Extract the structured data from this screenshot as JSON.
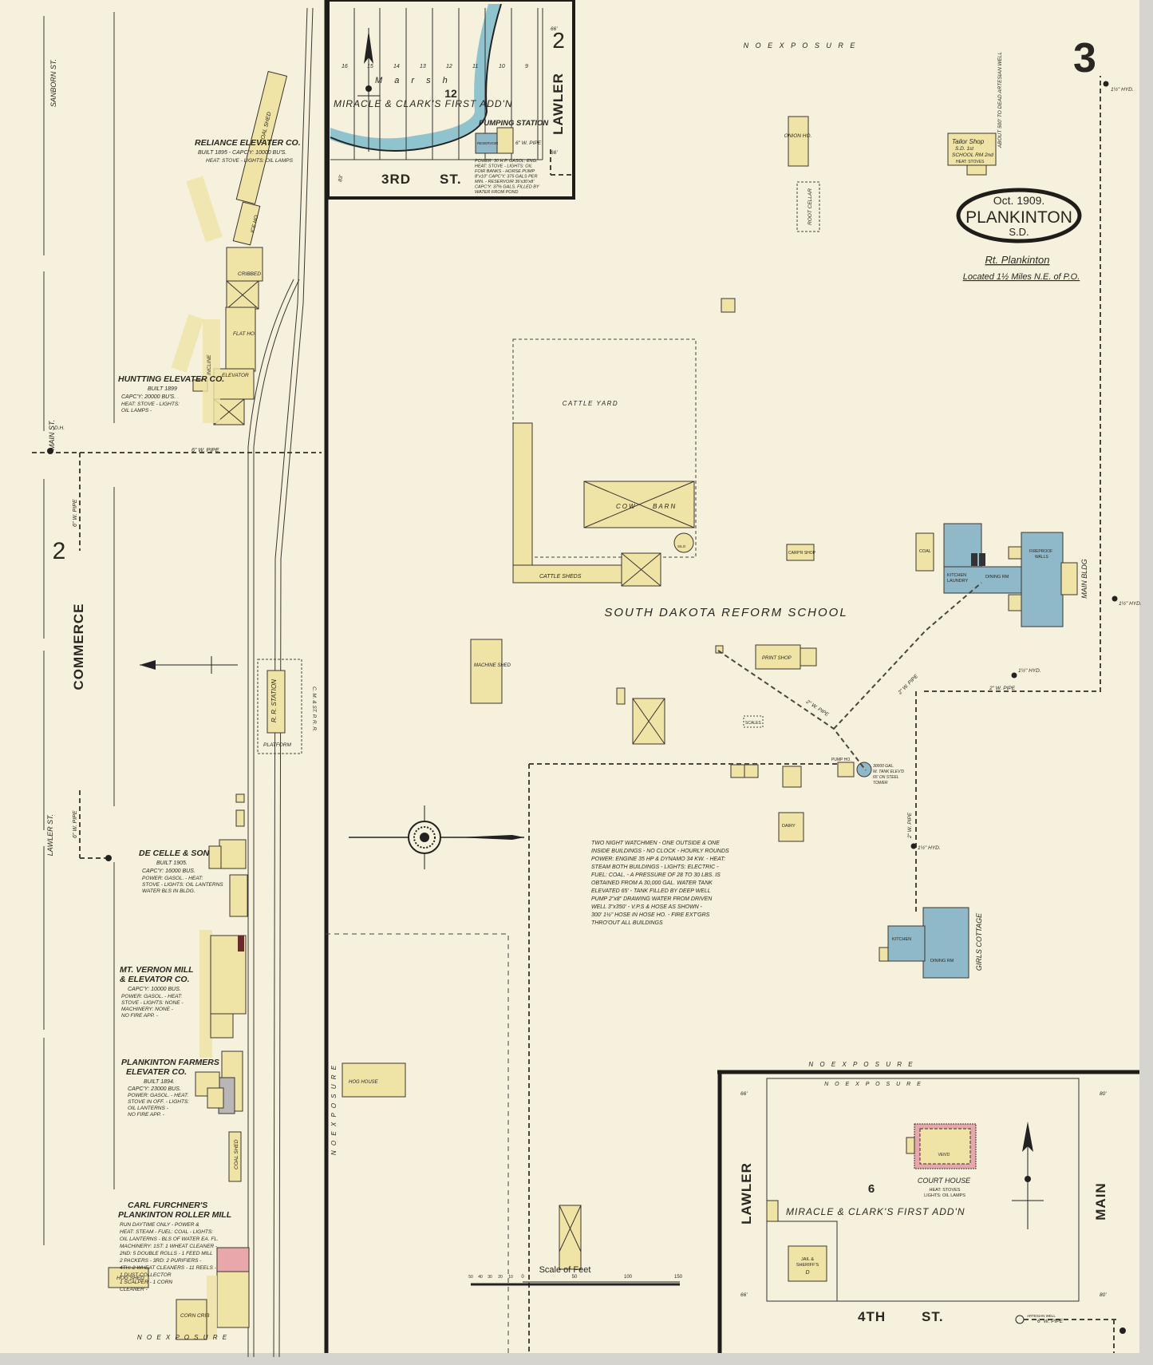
{
  "sheet": {
    "number": "3",
    "date": "Oct. 1909.",
    "town": "PLANKINTON",
    "state": "S.D.",
    "location_title": "Rt. Plankinton",
    "location_note": "Located 1½ Miles N.E. of P.O.",
    "colors": {
      "paper": "#f6f1dc",
      "frame_wood": "#efe3a6",
      "brick": "#e7a7ab",
      "stone": "#8fb8c9",
      "iron": "#b9b6b8",
      "water": "#8fc4cf"
    }
  },
  "streets": {
    "sanborn": "SANBORN ST.",
    "main_st": "MAIN ST.",
    "lawler_st": "LAWLER ST.",
    "commerce": "COMMERCE",
    "block_2": "2",
    "third_st_a": "3RD",
    "third_st_b": "ST.",
    "fourth_st_a": "4TH",
    "fourth_st_b": "ST.",
    "lawler_top": "LAWLER",
    "lawler_bottom": "LAWLER",
    "main_bottom": "MAIN",
    "railroad": "C. M. & ST. P. R. R."
  },
  "exposure": {
    "top": "N O   E X P O S U R E",
    "right_inset_top": "N O   E X P O S U R E",
    "right_inset_inner": "N O   E X P O S U R E",
    "bottom_left": "N O   E X P O S U R E",
    "vertical": "N O   E X P O S U R E"
  },
  "pipes": {
    "main_pipe": "6\" W. PIPE",
    "vertical_pipe": "6\" W. PIPE",
    "vertical_pipe_2": "6\" W. PIPE",
    "school_pipe_1": "2\" W. PIPE",
    "school_pipe_2": "2\" W. PIPE",
    "school_pipe_3": "2\" W. PIPE",
    "school_pipe_4": "2\" W. PIPE",
    "hydrant": "1½\" HYD.",
    "dh": "D.H."
  },
  "top_inset": {
    "marsh": "M a r s h",
    "block": "12",
    "addition": "MIRACLE & CLARK'S FIRST ADD'N",
    "pumping_station": "PUMPING STATION",
    "block_num": "2",
    "lots": [
      "16",
      "15",
      "14",
      "13",
      "12",
      "11",
      "10",
      "9"
    ],
    "reservoir": "RESERVOIR",
    "pipe": "6\" W. PIPE",
    "dim_66": "66'",
    "dim_83": "83'",
    "notes": [
      "POWER: 30 H.P. GASOL. ENG.",
      "HEAT: STOVE - LIGHTS: OIL",
      "FOIR BANKS - HORSE PUMP",
      "8\"x10\" CAPC'Y: 375 GALS PER",
      "MIN. - RESERVOIR 36'x30'x8'",
      "CAPC'Y: 37% GALS. FILLED BY",
      "WATER FROM POND"
    ]
  },
  "elevators": [
    {
      "name": "RELIANCE ELEVATER CO.",
      "details": [
        "BUILT 1895 - CAPC'Y: 10000 BU'S.",
        "HEAT: STOVE - LIGHTS: OIL LAMPS"
      ]
    },
    {
      "name": "HUNTTING ELEVATER CO.",
      "details": [
        "BUILT 1899",
        "CAPC'Y: 20000 BU'S.",
        "HEAT: STOVE - LIGHTS:",
        "OIL LAMPS -"
      ]
    },
    {
      "name": "DE CELLE & SON",
      "details": [
        "BUILT 1905.",
        "CAPC'Y: 16000 BUS.",
        "POWER: GASOL. - HEAT:",
        "STOVE - LIGHTS: OIL LANTERNS",
        "WATER BLS IN BLDG."
      ]
    },
    {
      "name": "MT. VERNON MILL",
      "name2": "& ELEVATOR CO.",
      "details": [
        "CAPC'Y: 10000 BUS.",
        "POWER: GASOL. - HEAT:",
        "STOVE - LIGHTS: NONE -",
        "MACHINERY: NONE -",
        "NO FIRE APP. -"
      ]
    },
    {
      "name": "PLANKINTON FARMERS",
      "name2": "ELEVATER CO.",
      "details": [
        "BUILT 1894.",
        "CAPC'Y: 23000 BUS.",
        "POWER: GASOL. - HEAT:",
        "STOVE IN OFF. - LIGHTS:",
        "OIL LANTERNS -",
        "NO FIRE APP. -"
      ]
    },
    {
      "name": "CARL FURCHNER'S",
      "name2": "PLANKINTON ROLLER MILL",
      "details": [
        "RUN DAYTIME ONLY - POWER &",
        "HEAT: STEAM - FUEL: COAL - LIGHTS:",
        "OIL LANTERNS - BLS OF WATER EA. FL.",
        "MACHINERY: 1ST: 1 WHEAT CLEANER -",
        "2ND: 5 DOUBLE ROLLS - 1 FEED MILL",
        "2 PACKERS - 3RD: 2 PURIFIERS -",
        "4TH: 2 WHEAT CLEANERS - 11 REELS -",
        "1 DUST COLLECTOR",
        "1 SCALPER - 1 CORN",
        "CLEANER -"
      ]
    }
  ],
  "buildings": {
    "coal_shed": "COAL SHED",
    "ice_ho": "ICE HO.",
    "incline": "INCLINE",
    "cribbed": "CRIBBED",
    "flat_ho": "FLAT HO.",
    "elevator": "ELEVATOR",
    "rr_station": "R. R. STATION",
    "platform": "PLATFORM",
    "hog_shed": "HOG SHED",
    "corn_crib": "CORN CRIB",
    "hog_house": "HOG HOUSE",
    "onion_ho": "ONION HO.",
    "root_cellar": "ROOT CELLAR",
    "tailor_shop": [
      "Tailor Shop",
      "S.D. 1st",
      "SCHOOL RM 2nd",
      "HEAT: STOVES"
    ],
    "cattle_yard": "CATTLE YARD",
    "cow_barn_a": "COW",
    "cow_barn_b": "BARN",
    "cattle_sheds": "CATTLE SHEDS",
    "silo": "SILO",
    "carpt_shop": "CARP'R SHOP",
    "machine_shed": "MACHINE SHED",
    "print_shop": "PRINT SHOP",
    "scales": "SCALES",
    "dairy": "DAIRY",
    "pump_ho": "PUMP HO.",
    "tank": [
      "30000 GAL.",
      "W. TANK ELEV'D",
      "65' ON STEEL",
      "TOWER"
    ],
    "coal": "COAL",
    "kitchen_laundry": [
      "KITCHEN",
      "LAUNDRY"
    ],
    "dining_rm": "DINING RM",
    "fireproof_walls": [
      "FIREPROOF",
      "WALLS"
    ],
    "main_bldg": "MAIN BLDG",
    "kitchen": "KITCHEN",
    "girls_dining": "DINING RM",
    "girls_cottage": "GIRLS COTTAGE",
    "well_note": "ABOUT 500' TO DEAD ARTESIAN WELL"
  },
  "school": {
    "title": "SOUTH DAKOTA REFORM SCHOOL",
    "notes": [
      "TWO NIGHT WATCHMEN - ONE OUTSIDE & ONE",
      "INSIDE BUILDINGS - NO CLOCK - HOURLY ROUNDS",
      "POWER: ENGINE 35 HP & DYNAMO 34 KW. - HEAT:",
      "STEAM BOTH BUILDINGS - LIGHTS: ELECTRIC -",
      "FUEL: COAL. - A PRESSURE OF 28 TO 30 LBS. IS",
      "OBTAINED FROM A 30,000 GAL. WATER TANK",
      "ELEVATED 65' - TANK FILLED BY DEEP WELL",
      "PUMP 2\"x8\" DRAWING WATER FROM DRIVEN",
      "WELL 3\"x350' - V.P.S & HOSE AS SHOWN -",
      "300' 1½\" HOSE IN HOSE HO. - FIRE EXT'GRS",
      "THRO'OUT ALL BUILDINGS"
    ]
  },
  "bottom_inset": {
    "block": "6",
    "addition": "MIRACLE & CLARK'S FIRST ADD'N",
    "court_house": "COURT HOUSE",
    "court_house_notes": [
      "HEAT: STOVES",
      "LIGHTS: OIL LAMPS"
    ],
    "vent": "VEN'D",
    "jail": [
      "JAIL &",
      "SHERIFF'S",
      "D"
    ],
    "artesian": "ARTESIAN WELL",
    "pipe": "6\" W. PIPE",
    "dim_66": "66'",
    "dim_80": "80'"
  },
  "scale": {
    "title": "Scale of Feet",
    "ticks": [
      "50",
      "40",
      "30",
      "20",
      "10",
      "0",
      "50",
      "100",
      "150"
    ]
  }
}
